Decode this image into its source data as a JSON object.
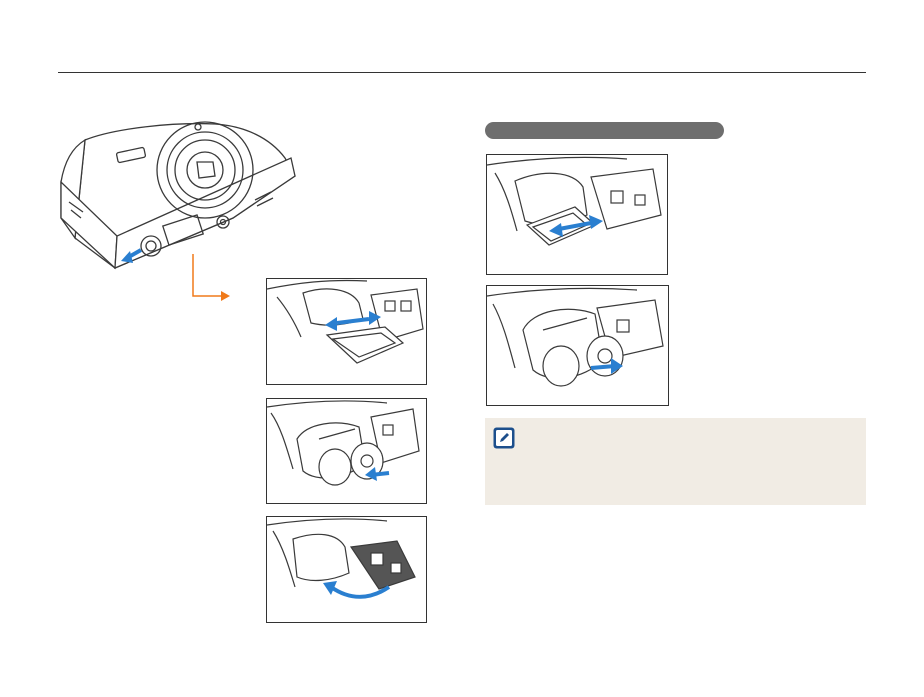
{
  "page": {
    "header_rule": true
  },
  "colors": {
    "accent_orange": "#f07a1a",
    "arrow_blue": "#2a7fd0",
    "line_art": "#3a3a3a",
    "section_pill": "#6e6e6e",
    "note_background": "#f1ece4"
  },
  "illustrations": {
    "camera_bottom": "camera-bottom-view-illustration",
    "left_step_1": "memory-card-insert-illustration",
    "left_step_2": "battery-insert-illustration",
    "left_step_3": "compartment-cover-close-illustration",
    "right_step_1": "memory-card-remove-illustration",
    "right_step_2": "battery-remove-illustration"
  },
  "icons": {
    "note": "note-pencil-icon",
    "flow_arrow": "orange-arrow-icon"
  }
}
